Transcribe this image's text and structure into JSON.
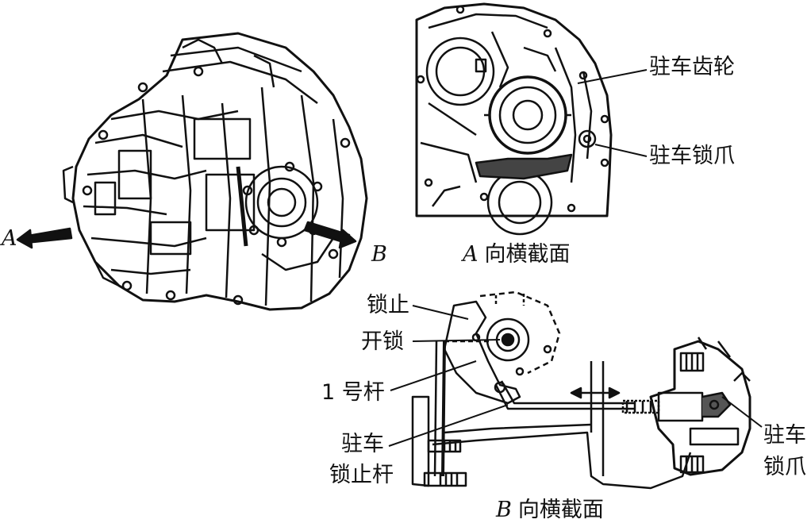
{
  "figure": {
    "left_view": {
      "arrow_a": "A",
      "arrow_b": "B"
    },
    "section_a": {
      "caption_letter": "A",
      "caption_text": "向横截面",
      "labels": {
        "parking_gear": "驻车齿轮",
        "parking_pawl": "驻车锁爪"
      }
    },
    "section_b": {
      "caption_letter": "B",
      "caption_text": "向横截面",
      "labels": {
        "lock": "锁止",
        "unlock": "开锁",
        "lever_1": "1 号杆",
        "parking_lock_rod_line1": "驻车",
        "parking_lock_rod_line2": "锁止杆",
        "parking_pawl_line1": "驻车",
        "parking_pawl_line2": "锁爪"
      }
    }
  }
}
